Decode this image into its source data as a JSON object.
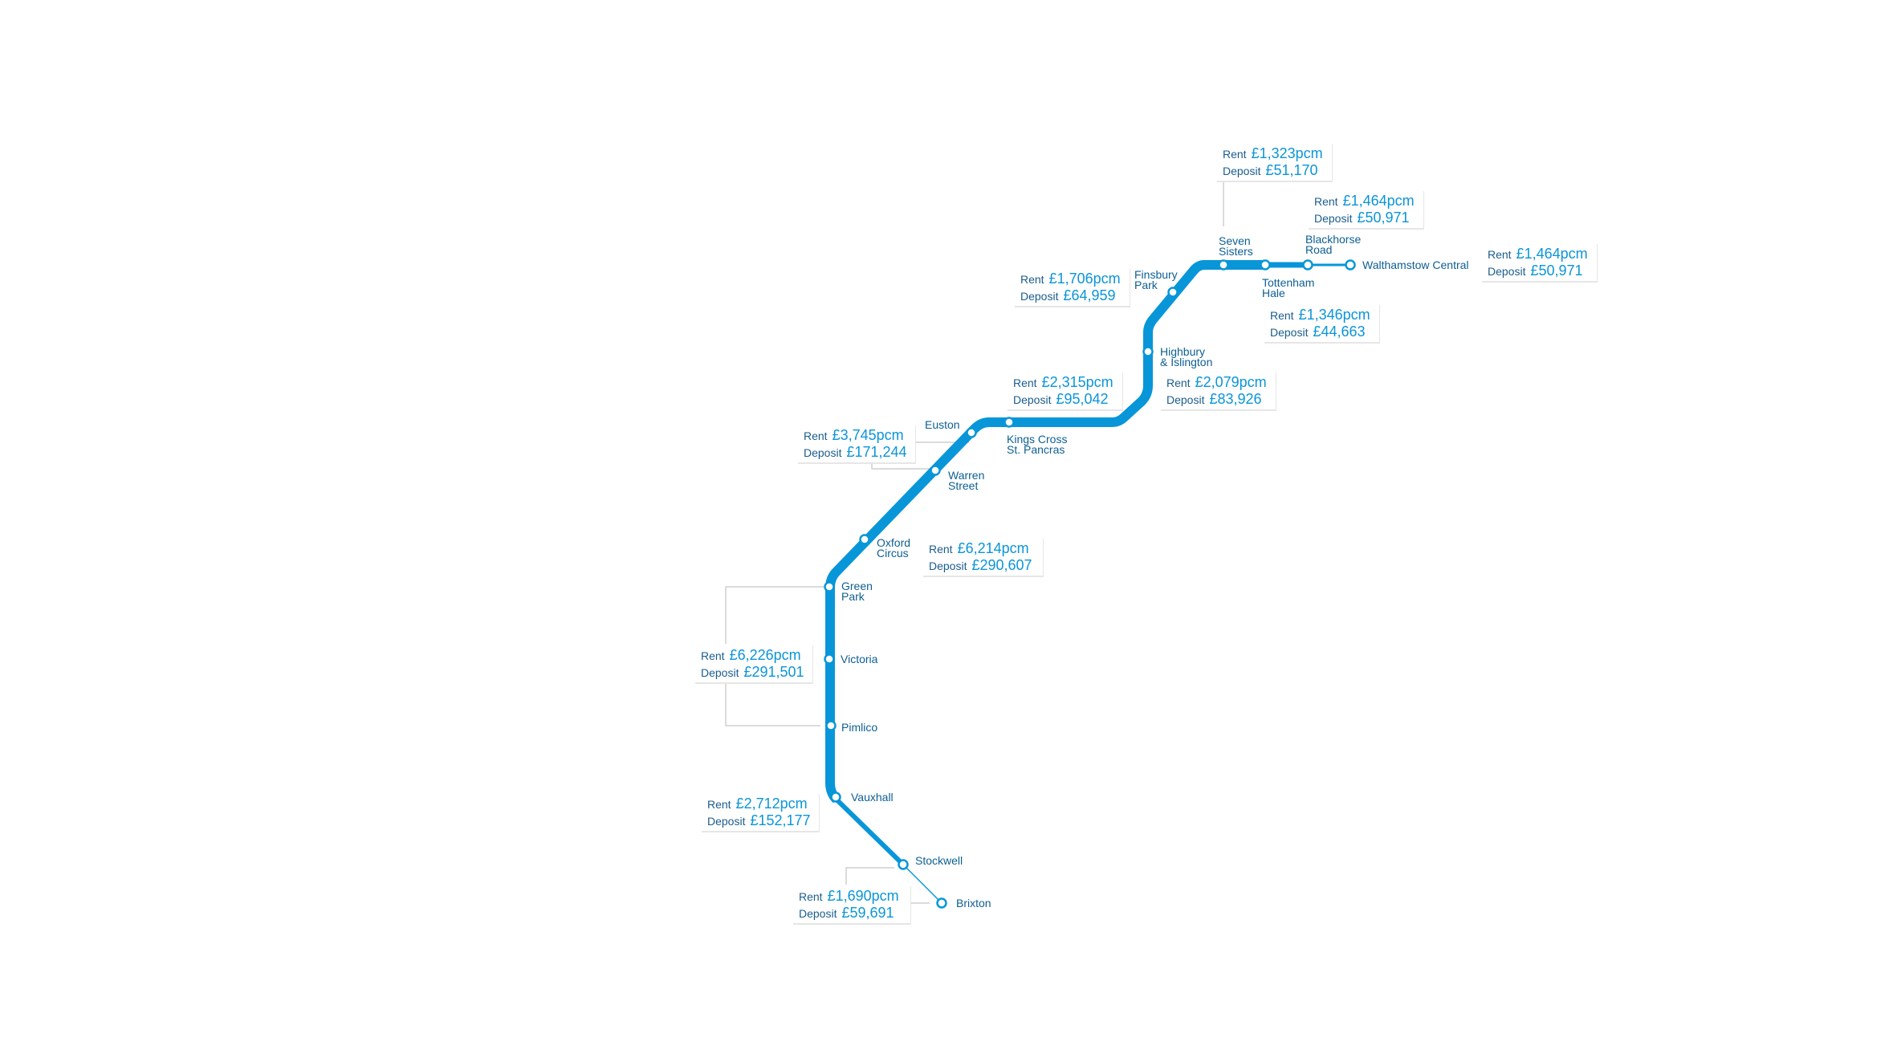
{
  "line_color": "#0896d9",
  "label_color": "#0d5f93",
  "stations": [
    {
      "name": [
        "Walthamstow Central"
      ],
      "rent": "£1,464pcm",
      "deposit": "£50,971"
    },
    {
      "name": [
        "Blackhorse",
        "Road"
      ],
      "rent": "£1,464pcm",
      "deposit": "£50,971"
    },
    {
      "name": [
        "Tottenham",
        "Hale"
      ],
      "rent": "£1,346pcm",
      "deposit": "£44,663"
    },
    {
      "name": [
        "Seven",
        "Sisters"
      ],
      "rent": "£1,323pcm",
      "deposit": "£51,170"
    },
    {
      "name": [
        "Finsbury",
        "Park"
      ],
      "rent": "£1,706pcm",
      "deposit": "£64,959"
    },
    {
      "name": [
        "Highbury",
        "& Islington"
      ],
      "rent": "£2,079pcm",
      "deposit": "£83,926"
    },
    {
      "name": [
        "Kings Cross",
        "St. Pancras"
      ],
      "rent": "£2,315pcm",
      "deposit": "£95,042"
    },
    {
      "name": [
        "Euston"
      ]
    },
    {
      "name": [
        "Warren",
        "Street"
      ],
      "rent": "£3,745pcm",
      "deposit": "£171,244"
    },
    {
      "name": [
        "Oxford",
        "Circus"
      ],
      "rent": "£6,214pcm",
      "deposit": "£290,607"
    },
    {
      "name": [
        "Green",
        "Park"
      ]
    },
    {
      "name": [
        "Victoria"
      ],
      "rent": "£6,226pcm",
      "deposit": "£291,501"
    },
    {
      "name": [
        "Pimlico"
      ]
    },
    {
      "name": [
        "Vauxhall"
      ],
      "rent": "£2,712pcm",
      "deposit": "£152,177"
    },
    {
      "name": [
        "Stockwell"
      ]
    },
    {
      "name": [
        "Brixton"
      ],
      "rent": "£1,690pcm",
      "deposit": "£59,691"
    }
  ],
  "labels": {
    "rent": "Rent",
    "deposit": "Deposit"
  }
}
